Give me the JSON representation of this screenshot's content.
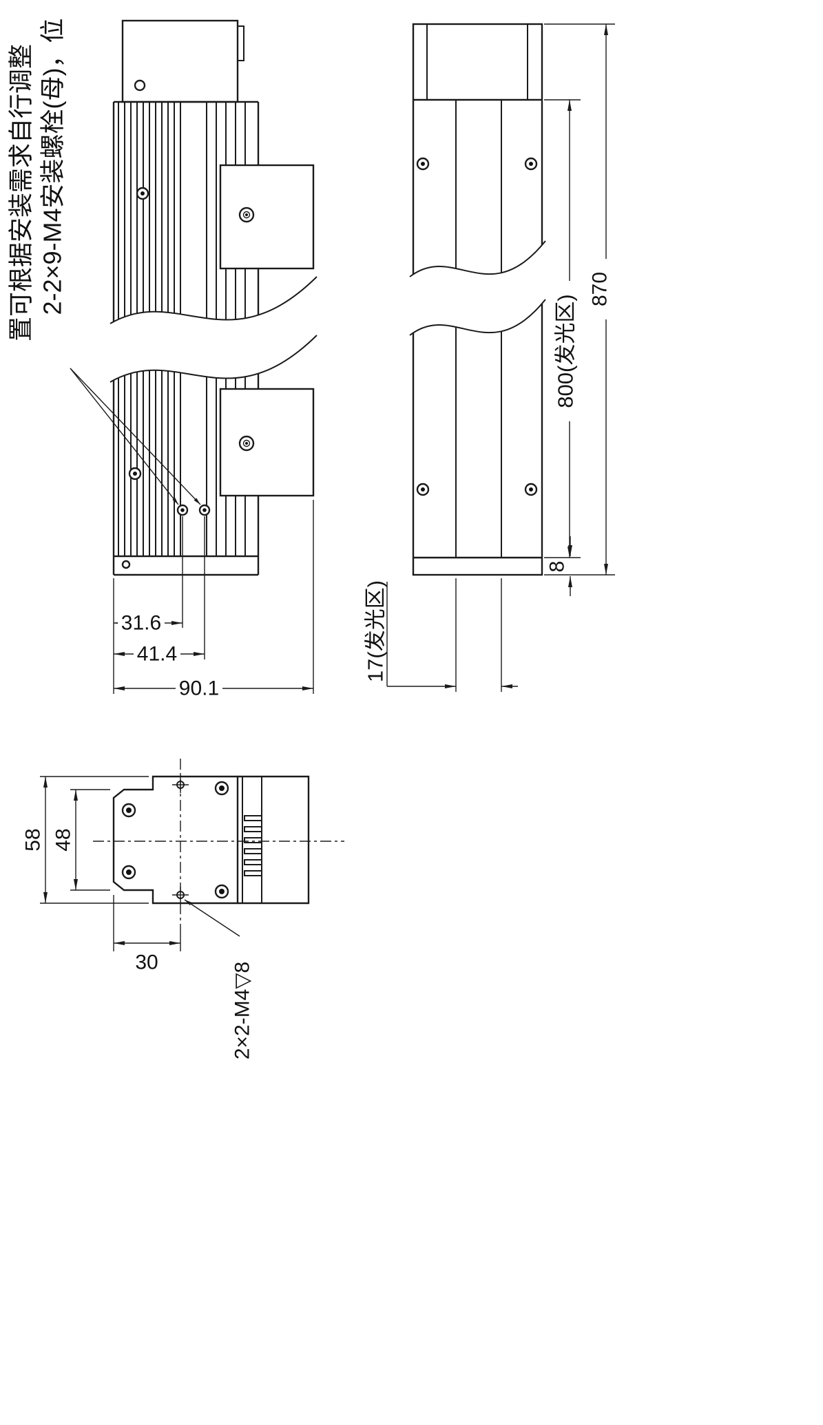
{
  "page": {
    "background": "#ffffff",
    "line_color": "#1a1a1a"
  },
  "annotations": {
    "mounting_bolt_note_line1": "2-2×9-M4安装螺栓(母)，位",
    "mounting_bolt_note_line2": "置可根据安装需求自行调整",
    "tapped_hole_note": "2×2-M4▽8"
  },
  "side_view": {
    "dim_bolt_spacing_inner": "31.6",
    "dim_bolt_spacing_outer": "41.4",
    "dim_overall_depth": "90.1"
  },
  "front_view": {
    "dim_overall_length": "870",
    "dim_emitting_length": "800(发光区)",
    "dim_end_gap": "8",
    "dim_emitting_width": "17(发光区)"
  },
  "end_view": {
    "dim_overall_height": "58",
    "dim_body_height": "48",
    "dim_hole_to_edge": "30"
  }
}
